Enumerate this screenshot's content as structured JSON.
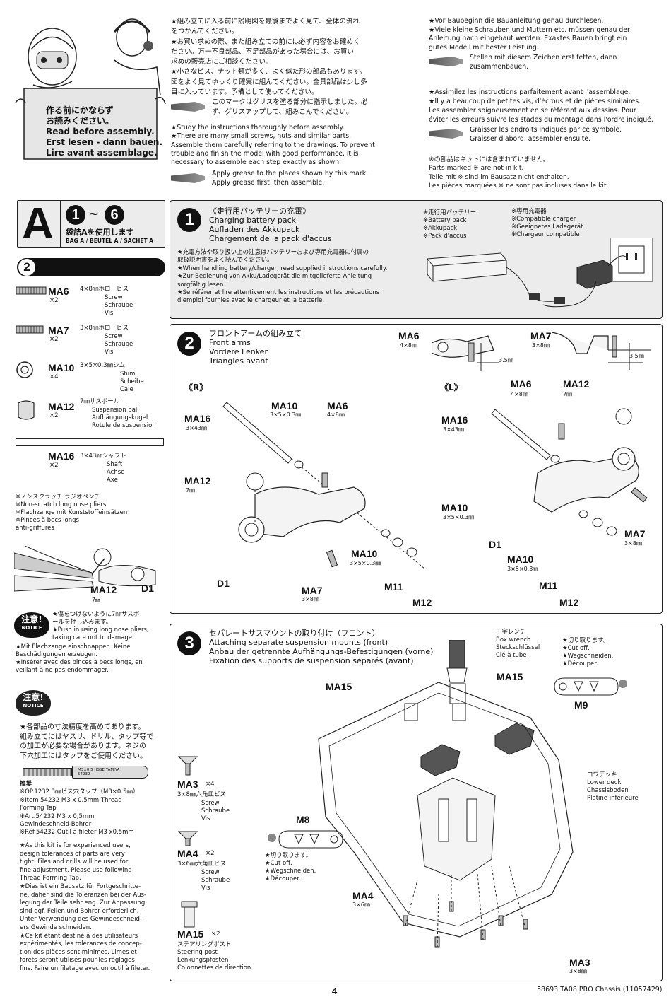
{
  "intro": {
    "sign_jp1": "作る前にかならず",
    "sign_jp2": "お読みください。",
    "sign_en": "Read before assembly.",
    "sign_de": "Erst lesen - dann bauen.",
    "sign_fr": "Lire avant assemblage.",
    "jp_lines": [
      "★組み立てに入る前に説明図を最後までよく見て、全体の流れ",
      "をつかんでください。",
      "★お買い求めの際、また組み立ての前には必ず内容をお確めく",
      "ださい。万一不良部品、不足部品があった場合には、お買い",
      "求めの販売店にご相談ください。",
      "★小さなビス、ナット類が多く、よく似た形の部品もあります。",
      "図をよく見てゆっくり確実に組んでください。金具部品は少し多",
      "目に入っています。予備として使ってください。"
    ],
    "jp_grease": [
      "このマークはグリスを塗る部分に指示しました。必",
      "ず、グリスアップして、組みこんでください。"
    ],
    "en_lines": [
      "★Study the instructions thoroughly before assembly.",
      "★There are many small screws, nuts and similar parts.",
      "Assemble them carefully referring to the drawings. To prevent",
      "trouble and finish the model with good performance, it is",
      "necessary to assemble each step exactly as shown."
    ],
    "en_grease": [
      "Apply grease to the places shown by this mark.",
      "Apply grease first, then assemble."
    ],
    "de_lines": [
      "★Vor Baubeginn die Bauanleitung genau durchlesen.",
      "★Viele kleine Schrauben und Muttern etc. müssen genau der",
      "Anleitung nach eingebaut werden. Exaktes Bauen bringt ein",
      "gutes Modell mit bester Leistung."
    ],
    "de_grease": [
      "Stellen mit diesem Zeichen erst fetten, dann",
      "zusammenbauen."
    ],
    "fr_lines": [
      "★Assimilez les instructions parfaitement avant l'assemblage.",
      "★Il y a beaucoup de petites vis, d'écrous et de pièces similaires.",
      "Les assembler soigneusement en se référant aux dessins. Pour",
      "éviter les erreurs suivre les stades du montage dans l'ordre indiqué."
    ],
    "fr_grease": [
      "Graisser les endroits indiqués par ce symbole.",
      "Graisser d'abord, assembler ensuite."
    ],
    "notkit": [
      "※の部品はキットには含まれていません。",
      "Parts marked ※ are not in kit.",
      "Teile mit ※ sind im Bausatz nicht enthalten.",
      "Les pièces marquées ※ ne sont pas incluses dans le kit."
    ]
  },
  "bag": {
    "letter": "A",
    "range_from": "1",
    "tilde": "~",
    "range_to": "6",
    "jp": "袋詰Aを使用します",
    "multi": "BAG A / BEUTEL A / SACHET A",
    "step_no": "2"
  },
  "parts_list": [
    {
      "code": "MA6",
      "qty": "×2",
      "size": "4×8㎜ホロービス",
      "names": [
        "Screw",
        "Schraube",
        "Vis"
      ]
    },
    {
      "code": "MA7",
      "qty": "×2",
      "size": "3×8㎜ホロービス",
      "names": [
        "Screw",
        "Schraube",
        "Vis"
      ]
    },
    {
      "code": "MA10",
      "qty": "×4",
      "size": "3×5×0.3㎜シム",
      "names": [
        "Shim",
        "Scheibe",
        "Cale"
      ]
    },
    {
      "code": "MA12",
      "qty": "×2",
      "size": "7㎜サスボール",
      "names": [
        "Suspension ball",
        "Aufhängungskugel",
        "Rotule de suspension"
      ]
    },
    {
      "code": "MA16",
      "qty": "×2",
      "size": "3×43㎜シャフト",
      "names": [
        "Shaft",
        "Achse",
        "Axe"
      ]
    }
  ],
  "pliers": {
    "lines": [
      "※ノンスクラッチ ラジオペンチ",
      "※Non-scratch long nose pliers",
      "※Flachzange mit Kunststoffeinsätzen",
      "※Pinces à becs longs",
      "anti-griffures"
    ],
    "ma12": "MA12",
    "ma12_size": "7㎜",
    "d1": "D1"
  },
  "notice1": {
    "badge_jp": "注意!",
    "badge_en": "NOTICE",
    "lines": [
      "★傷をつけないように7㎜サスボ",
      "ールを押し込みます。",
      "★Push in using long nose pliers,",
      "taking care not to damage.",
      "★Mit Flachzange einschnappen. Keine",
      "Beschädigungen erzeugen.",
      "★Insérer avec des pinces à becs longs, en",
      "veillant à ne pas endommager."
    ]
  },
  "notice2": {
    "badge_jp": "注意!",
    "badge_en": "NOTICE",
    "jp_lines": [
      "★各部品の寸法精度を高めてあります。",
      "組み立てにはヤスリ、ドリル、タップ等で",
      "の加工が必要な場合があります。ネジの",
      "下穴加工にはタップをご使用ください。"
    ],
    "tap_label": "M3×0.5 HSSE TAMIYA 54232",
    "rec_label": "推奨",
    "rec_lines": [
      "※OP.1232 3㎜ビス穴タップ（M3×0.5㎜）",
      "※Item 54232 M3 x 0.5mm Thread",
      "Forming Tap",
      "※Art.54232 M3 x 0,5mm",
      "Gewindeschneid-Bohrer",
      "※Réf.54232 Outil à fileter M3 x0.5mm"
    ],
    "body_lines": [
      "★As this kit is for experienced users,",
      "design tolerances of parts are very",
      "tight. Files and drills will be used for",
      "fine adjustment. Please use following",
      "Thread Forming Tap.",
      "★Dies ist ein Bausatz für Fortgeschritte-",
      "ne, daher sind die Toleranzen bei der Aus-",
      "legung der Teile sehr eng. Zur Anpassung",
      "sind ggf. Feilen und Bohrer erforderlich.",
      "Unter Verwendung des Gewindeschneid-",
      "ers Gewinde schneiden.",
      "★Ce kit étant destiné à des utilisateurs",
      "expérimentés, les tolérances de concep-",
      "tion des pièces sont minimes. Limes et",
      "forets seront utilisés pour les réglages",
      "fins. Faire un filetage avec un outil à fileter."
    ]
  },
  "step1": {
    "num": "1",
    "titles": [
      "《走行用バッテリーの充電》",
      "Charging battery pack",
      "Aufladen des Akkupack",
      "Chargement de la pack d'accus"
    ],
    "body": [
      "★充電方法や取り扱い上の注意はバッテリーおよび専用充電器に付属の",
      "取扱説明書をよく読んでください。",
      "★When handling battery/charger, read supplied instructions carefully.",
      "★Zur Bedienung von Akku/Ladegerät die mitgelieferte Anleitung",
      "sorgfältig lesen.",
      "★Se référer et lire attentivement les instructions et les précautions",
      "d'emploi fournies avec le chargeur et la batterie."
    ],
    "battery": [
      "※走行用バッテリー",
      "※Battery pack",
      "※Akkupack",
      "※Pack d'accus"
    ],
    "charger": [
      "※専用充電器",
      "※Compatible charger",
      "※Geeignetes Ladegerät",
      "※Chargeur compatible"
    ]
  },
  "step2": {
    "num": "2",
    "titles": [
      "フロントアームの組み立て",
      "Front arms",
      "Vordere Lenker",
      "Triangles avant"
    ],
    "ma6": "MA6",
    "ma6_size": "4×8㎜",
    "ma7": "MA7",
    "ma7_size": "3×8㎜",
    "dim": "3.5㎜",
    "right": "《R》",
    "left": "《L》",
    "ma10": "MA10",
    "ma10_size": "3×5×0.3㎜",
    "ma12": "MA12",
    "ma12_size": "7㎜",
    "ma16": "MA16",
    "ma16_size": "3×43㎜",
    "m11": "M11",
    "m12": "M12",
    "d1": "D1"
  },
  "step3": {
    "num": "3",
    "titles": [
      "セパレートサスマウントの取り付け（フロント）",
      "Attaching separate suspension mounts (front)",
      "Anbau der getrennte Aufhängungs-Befestigungen (vorne)",
      "Fixation des supports de suspension séparés (avant)"
    ],
    "wrench": [
      "十字レンチ",
      "Box wrench",
      "Steckschlüssel",
      "Clé à tube"
    ],
    "cut": [
      "★切り取ります。",
      "★Cut off.",
      "★Wegschneiden.",
      "★Découper."
    ],
    "m9": "M9",
    "m8": "M8",
    "ma15": "MA15",
    "deck": [
      "ロワデッキ",
      "Lower deck",
      "Chassisboden",
      "Platine inférieure"
    ],
    "ma4": "MA4",
    "ma4_size": "3×6㎜",
    "ma3": "MA3",
    "ma3_size": "3×8㎜",
    "parts": [
      {
        "code": "MA3",
        "qty": "×4",
        "size": "3×8㎜六角皿ビス",
        "names": [
          "Screw",
          "Schraube",
          "Vis"
        ]
      },
      {
        "code": "MA4",
        "qty": "×2",
        "size": "3×6㎜六角皿ビス",
        "names": [
          "Screw",
          "Schraube",
          "Vis"
        ]
      },
      {
        "code": "MA15",
        "qty": "×2",
        "size": "ステアリングポスト",
        "names": [
          "Steering post",
          "Lenkungspfosten",
          "Colonnettes de direction"
        ]
      }
    ]
  },
  "footer": {
    "page": "4",
    "ref": "58693  TA08 PRO Chassis (11057429)"
  }
}
